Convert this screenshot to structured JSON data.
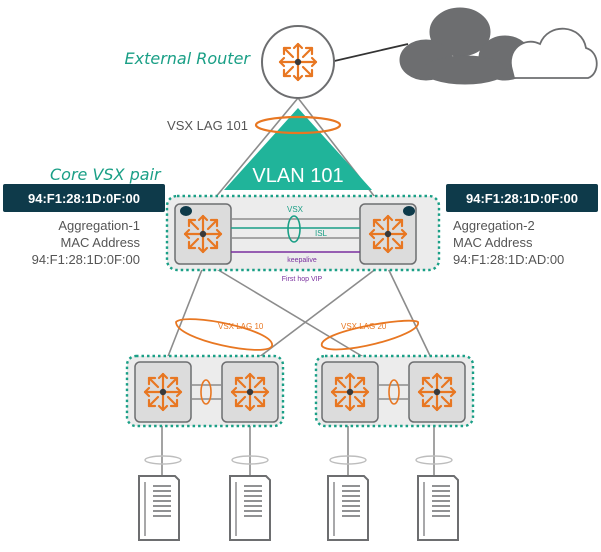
{
  "labels": {
    "external_router": "External Router",
    "vsx_lag_101": "VSX LAG 101",
    "vlan_101": "VLAN 101",
    "core_vsx_pair": "Core VSX pair",
    "vsx": "VSX",
    "isl": "ISL",
    "keepalive": "keepalive",
    "first_hop_vip": "First hop VIP",
    "vsx_lag_10": "VSX LAG 10",
    "vsx_lag_20": "VSX LAG 20"
  },
  "aggregation_1": {
    "mac_badge": "94:F1:28:1D:0F:00",
    "name": "Aggregation-1",
    "mac_label": "MAC Address",
    "mac": "94:F1:28:1D:0F:00"
  },
  "aggregation_2": {
    "mac_badge": "94:F1:28:1D:0F:00",
    "name": "Aggregation-2",
    "mac_label": "MAC Address",
    "mac": "94:F1:28:1D:AD:00"
  },
  "colors": {
    "teal": "#1a9f86",
    "orange": "#e87722",
    "dark_navy": "#0e3a4a",
    "gray_line": "#8c8c8c",
    "cloud": "#6d6e70"
  },
  "icons": [
    "router-icon",
    "cloud-icon",
    "switch-icon",
    "server-icon"
  ]
}
